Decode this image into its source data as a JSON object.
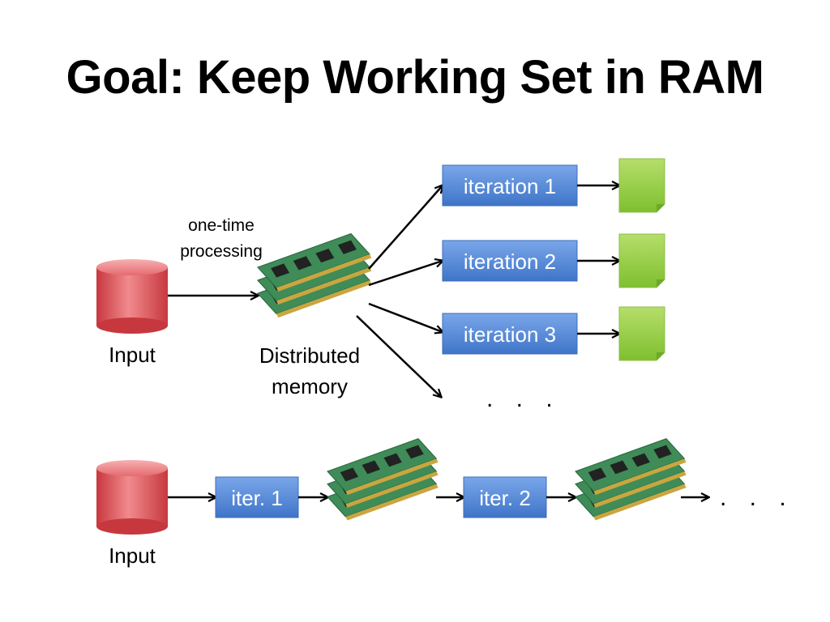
{
  "slide": {
    "title": "Goal: Keep Working Set in RAM",
    "top_flow": {
      "input_label": "Input",
      "processing_label_line1": "one-time",
      "processing_label_line2": "processing",
      "memory_label_line1": "Distributed",
      "memory_label_line2": "memory",
      "iterations": [
        "iteration 1",
        "iteration 2",
        "iteration 3"
      ],
      "ellipsis": ". . ."
    },
    "bottom_flow": {
      "input_label": "Input",
      "iterations": [
        "iter. 1",
        "iter. 2"
      ],
      "ellipsis": ". . ."
    },
    "colors": {
      "cylinder": "#e0555b",
      "box_blue": "#5b8fde",
      "doc_green": "#9ccf48",
      "ram_green": "#3e8a56",
      "arrow": "#000000"
    },
    "icons": [
      "database-cylinder-icon",
      "ram-module-icon",
      "document-icon"
    ]
  }
}
